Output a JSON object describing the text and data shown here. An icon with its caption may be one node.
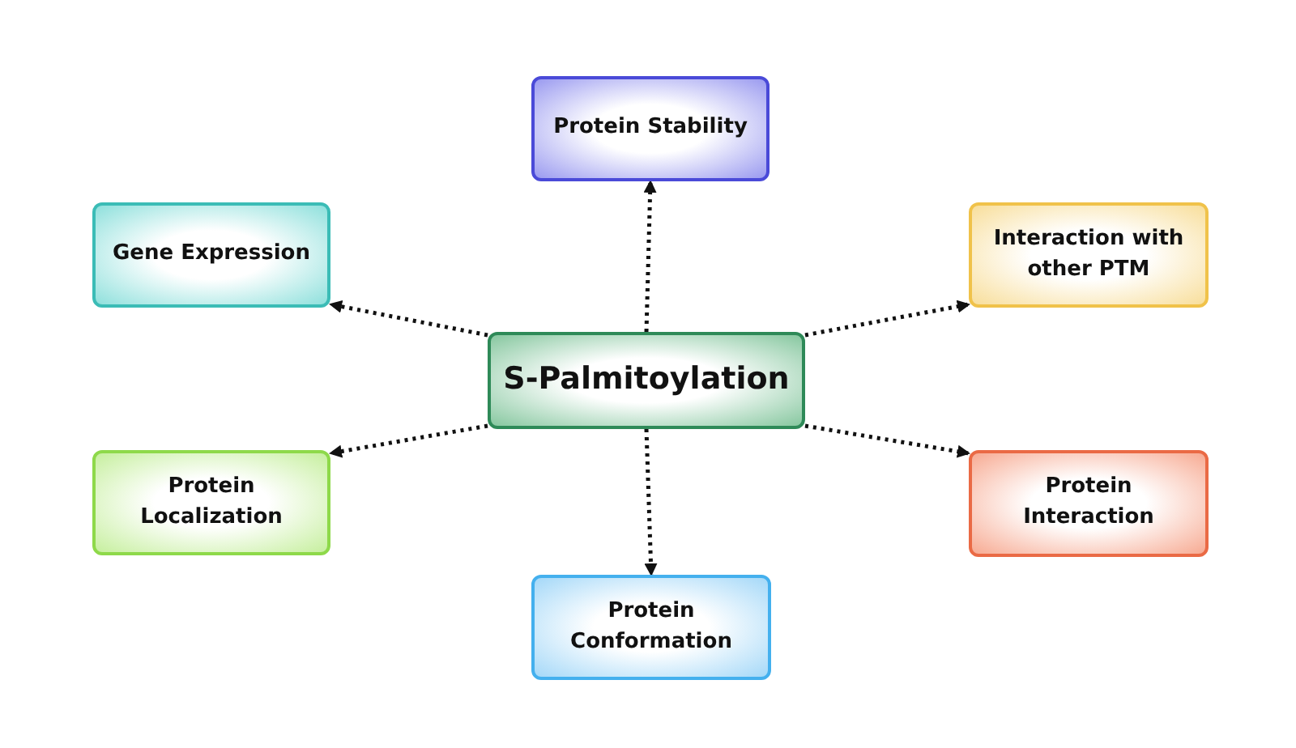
{
  "diagram": {
    "nodes": [
      {
        "text": [
          "Protein Stability"
        ]
      },
      {
        "text": [
          "Gene Expression"
        ]
      },
      {
        "text": [
          "Interaction with other PTM"
        ]
      },
      {
        "text": [
          "S-Palmitoylation"
        ]
      },
      {
        "text": [
          "Protein Localization"
        ]
      },
      {
        "text": [
          "Protein Interaction"
        ]
      },
      {
        "text": [
          "Protein Conformation"
        ]
      }
    ],
    "edges": [
      {
        "from": 3,
        "to": 0,
        "arrow": "to"
      },
      {
        "from": 3,
        "to": 1,
        "arrow": "to"
      },
      {
        "from": 3,
        "to": 2,
        "arrow": "to"
      },
      {
        "from": 3,
        "to": 4,
        "arrow": "to"
      },
      {
        "from": 3,
        "to": 5,
        "arrow": "to"
      },
      {
        "from": 3,
        "to": 6,
        "arrow": "to"
      }
    ]
  }
}
